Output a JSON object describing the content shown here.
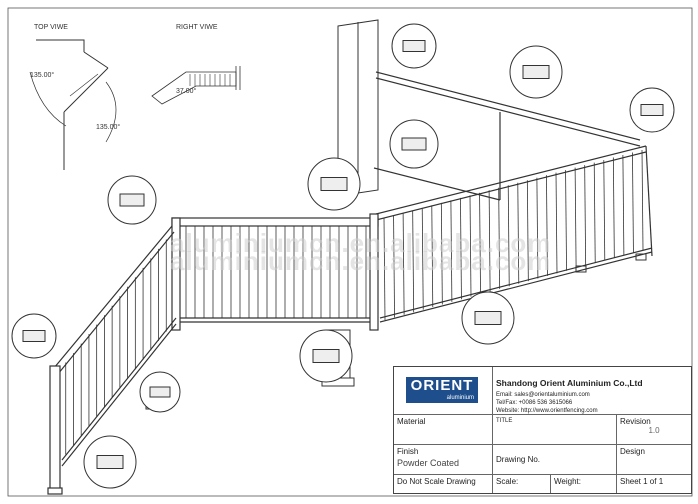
{
  "views": {
    "top_view_label": "TOP VIWE",
    "right_view_label": "RIGHT VIWE",
    "top_angle_1": "135.00°",
    "top_angle_2": "135.00°",
    "right_angle": "37.00°"
  },
  "watermark": "aluminiumcn.en.alibaba.com",
  "company": {
    "logo_word": "ORIENT",
    "logo_sub": "aluminium",
    "name": "Shandong Orient Aluminium Co.,Ltd",
    "email": "Email: sales@orientaluminium.com",
    "tel": "Tel/Fax: +0086 536 3615066",
    "website": "Website: http://www.orientfencing.com"
  },
  "titleblock": {
    "material_label": "Material",
    "title_label": "TITLE",
    "revision_label": "Revision",
    "revision_value": "1.0",
    "finish_label": "Finish",
    "finish_value": "Powder Coated",
    "drawing_no_label": "Drawing No.",
    "design_label": "Design",
    "do_not_scale": "Do Not Scale Drawing",
    "scale_label": "Scale:",
    "weight_label": "Weight:",
    "sheet_label": "Sheet 1 of 1"
  },
  "colors": {
    "line": "#333333",
    "logo_bg": "#1f4e8c",
    "watermark": "#cccccc"
  }
}
